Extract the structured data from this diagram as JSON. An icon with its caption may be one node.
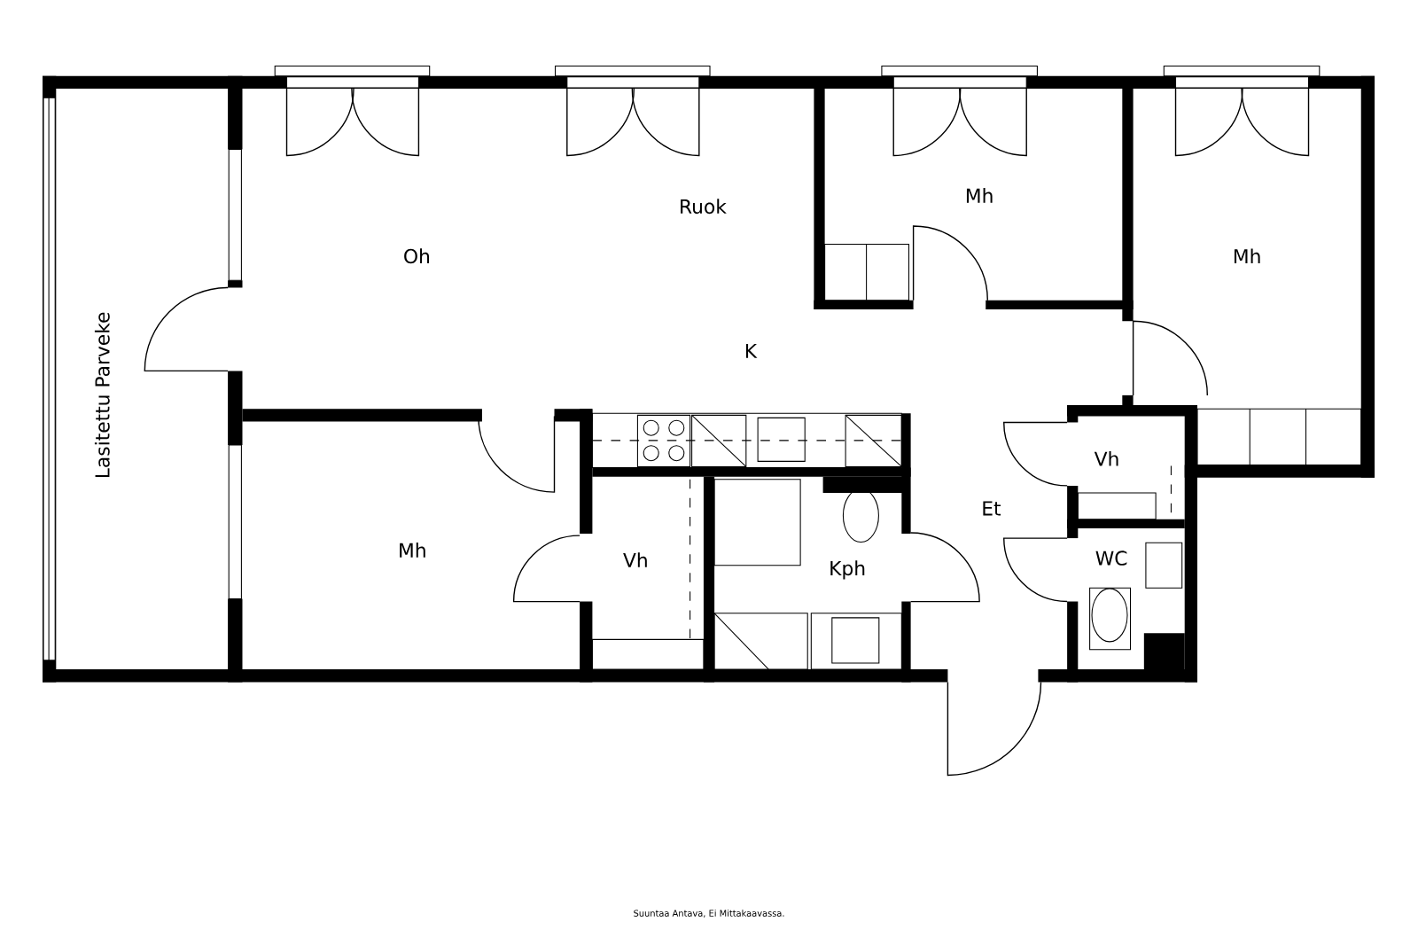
{
  "diagram": {
    "labels": [
      "Oh",
      "Ruok",
      "Mh",
      "Mh",
      "K",
      "Lasitettu Parveke",
      "Mh",
      "Vh",
      "Kph",
      "Et",
      "Vh",
      "WC",
      "Suuntaa Antava, Ei Mittakaavassa."
    ]
  }
}
